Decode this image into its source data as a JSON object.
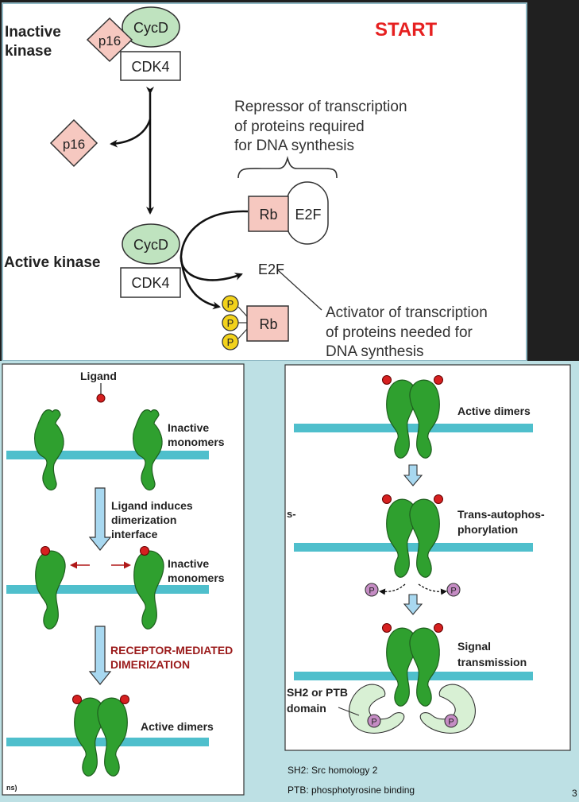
{
  "top": {
    "inactive_label_1": "Inactive",
    "inactive_label_2": "kinase",
    "active_label": "Active kinase",
    "start": "START",
    "cycd": "CycD",
    "cdk4": "CDK4",
    "p16": "p16",
    "rb": "Rb",
    "e2f": "E2F",
    "phospho": "P",
    "repressor_lines": [
      "Repressor of transcription",
      "of proteins required",
      "for DNA synthesis"
    ],
    "activator_lines": [
      "Activator of transcription",
      "of proteins needed for",
      "DNA synthesis"
    ]
  },
  "left": {
    "ligand": "Ligand",
    "inactive_monomers_1": "Inactive",
    "inactive_monomers_2": "monomers",
    "ligand_induces": [
      "Ligand induces",
      "dimerization",
      "interface"
    ],
    "inactive_monomers2_1": "Inactive",
    "inactive_monomers2_2": "monomers",
    "receptor_mediated": [
      "RECEPTOR-MEDIATED",
      "DIMERIZATION"
    ],
    "active_dimers": "Active dimers",
    "footer_fragment": "ns)"
  },
  "right": {
    "active_dimers": "Active dimers",
    "trans": [
      "Trans-autophos-",
      "phorylation"
    ],
    "side_fragment": "s-",
    "signal": [
      "Signal",
      "transmission"
    ],
    "sh2": [
      "SH2 or PTB",
      "domain"
    ],
    "phospho": "P"
  },
  "footer": {
    "sh2_note": "SH2: Src homology 2",
    "ptb_note": "PTB: phosphotyrosine binding",
    "page_fragment": "3"
  },
  "colors": {
    "receptor_green": "#2fa02f",
    "membrane": "#4fbfcc",
    "panel_bg": "#bde0e4",
    "rb_pink": "#f6c8c0",
    "cycd_green": "#bfe3bf",
    "phospho_yellow": "#f2d21b",
    "phospho_purple": "#c58cc4",
    "start_red": "#e62020",
    "dark_red": "#9b1b1b",
    "arrow_blue": "#a8d8f0"
  }
}
